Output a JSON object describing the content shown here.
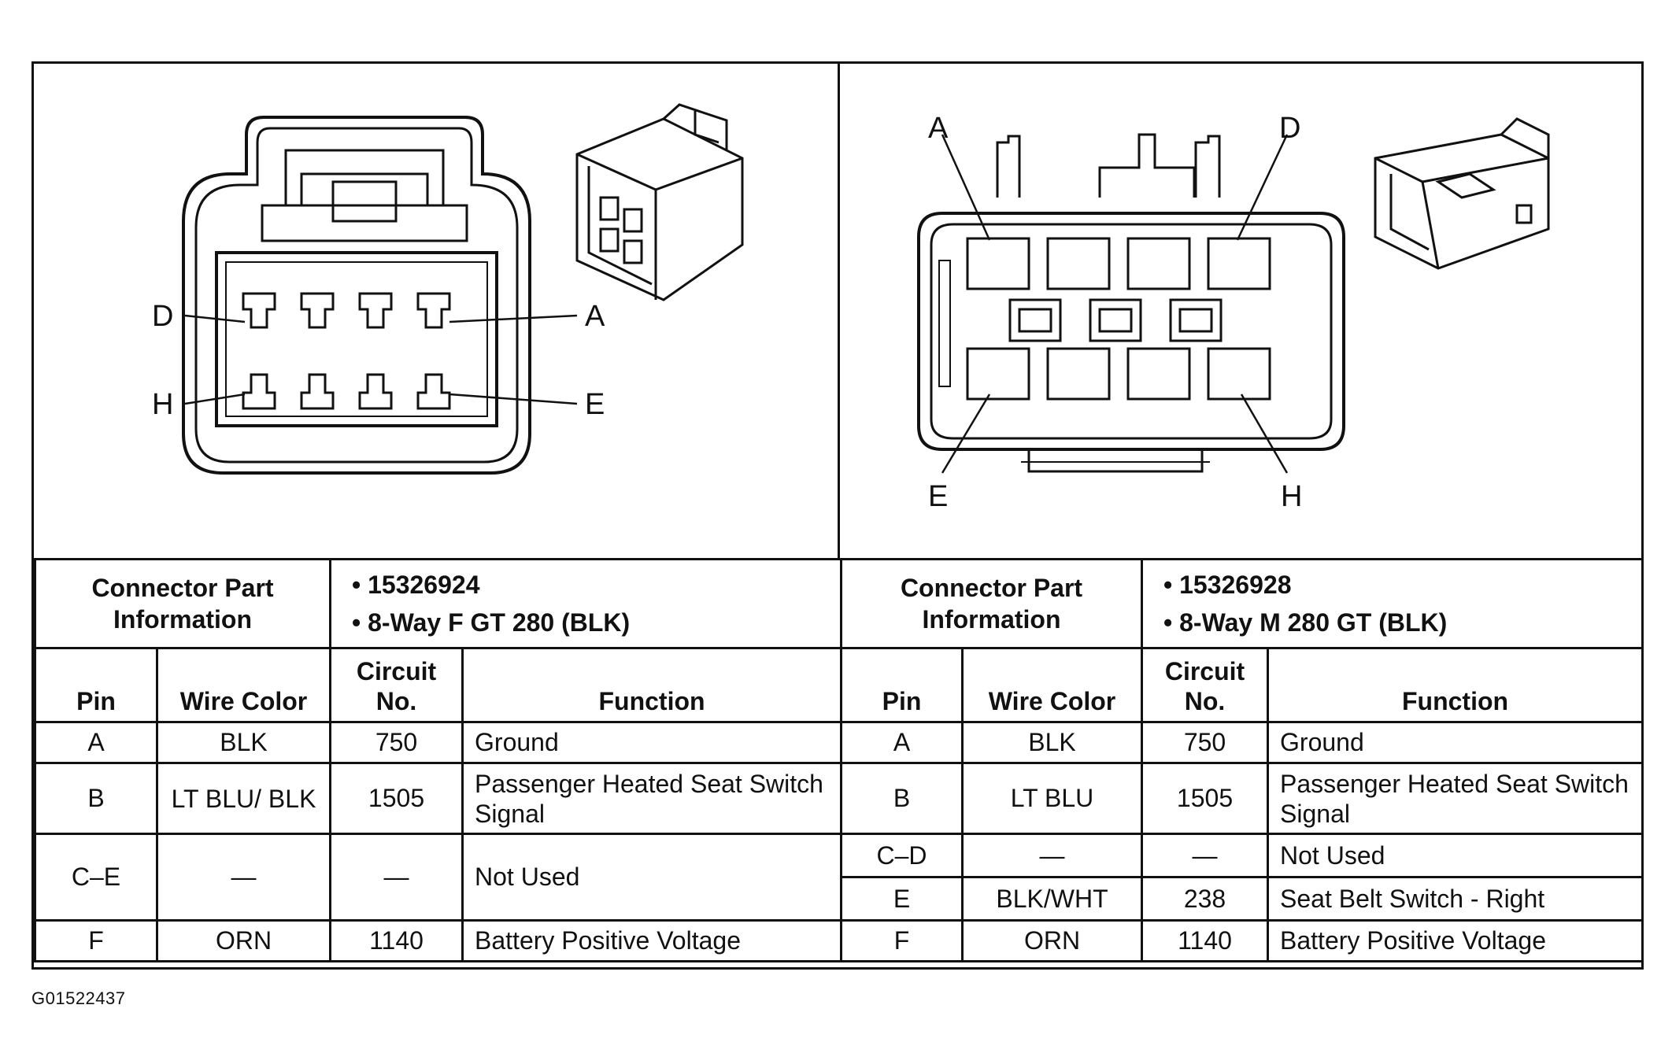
{
  "left": {
    "pin_labels": [
      "D",
      "A",
      "H",
      "E"
    ],
    "connector_info_label": "Connector Part Information",
    "part_numbers": [
      "15326924",
      "8-Way F GT 280 (BLK)"
    ],
    "headers": {
      "pin": "Pin",
      "wire_color": "Wire Color",
      "circuit": "Circuit No.",
      "function": "Function"
    },
    "rows": [
      {
        "pin": "A",
        "wire": "BLK",
        "circuit": "750",
        "function": "Ground"
      },
      {
        "pin": "B",
        "wire": "LT BLU/ BLK",
        "circuit": "1505",
        "function": "Passenger Heated Seat Switch Signal"
      },
      {
        "pin": "C–E",
        "wire": "—",
        "circuit": "—",
        "function": "Not Used"
      },
      {
        "pin": "F",
        "wire": "ORN",
        "circuit": "1140",
        "function": "Battery Positive Voltage"
      }
    ]
  },
  "right": {
    "pin_labels": [
      "A",
      "D",
      "E",
      "H"
    ],
    "connector_info_label": "Connector Part Information",
    "part_numbers": [
      "15326928",
      "8-Way M 280 GT (BLK)"
    ],
    "headers": {
      "pin": "Pin",
      "wire_color": "Wire Color",
      "circuit": "Circuit No.",
      "function": "Function"
    },
    "rows": [
      {
        "pin": "A",
        "wire": "BLK",
        "circuit": "750",
        "function": "Ground"
      },
      {
        "pin": "B",
        "wire": "LT BLU",
        "circuit": "1505",
        "function": "Passenger Heated Seat Switch Signal"
      },
      {
        "pin": "C–D",
        "wire": "—",
        "circuit": "—",
        "function": "Not Used"
      },
      {
        "pin": "E",
        "wire": "BLK/WHT",
        "circuit": "238",
        "function": "Seat Belt Switch - Right"
      },
      {
        "pin": "F",
        "wire": "ORN",
        "circuit": "1140",
        "function": "Battery Positive Voltage"
      }
    ]
  },
  "footer_id": "G01522437"
}
